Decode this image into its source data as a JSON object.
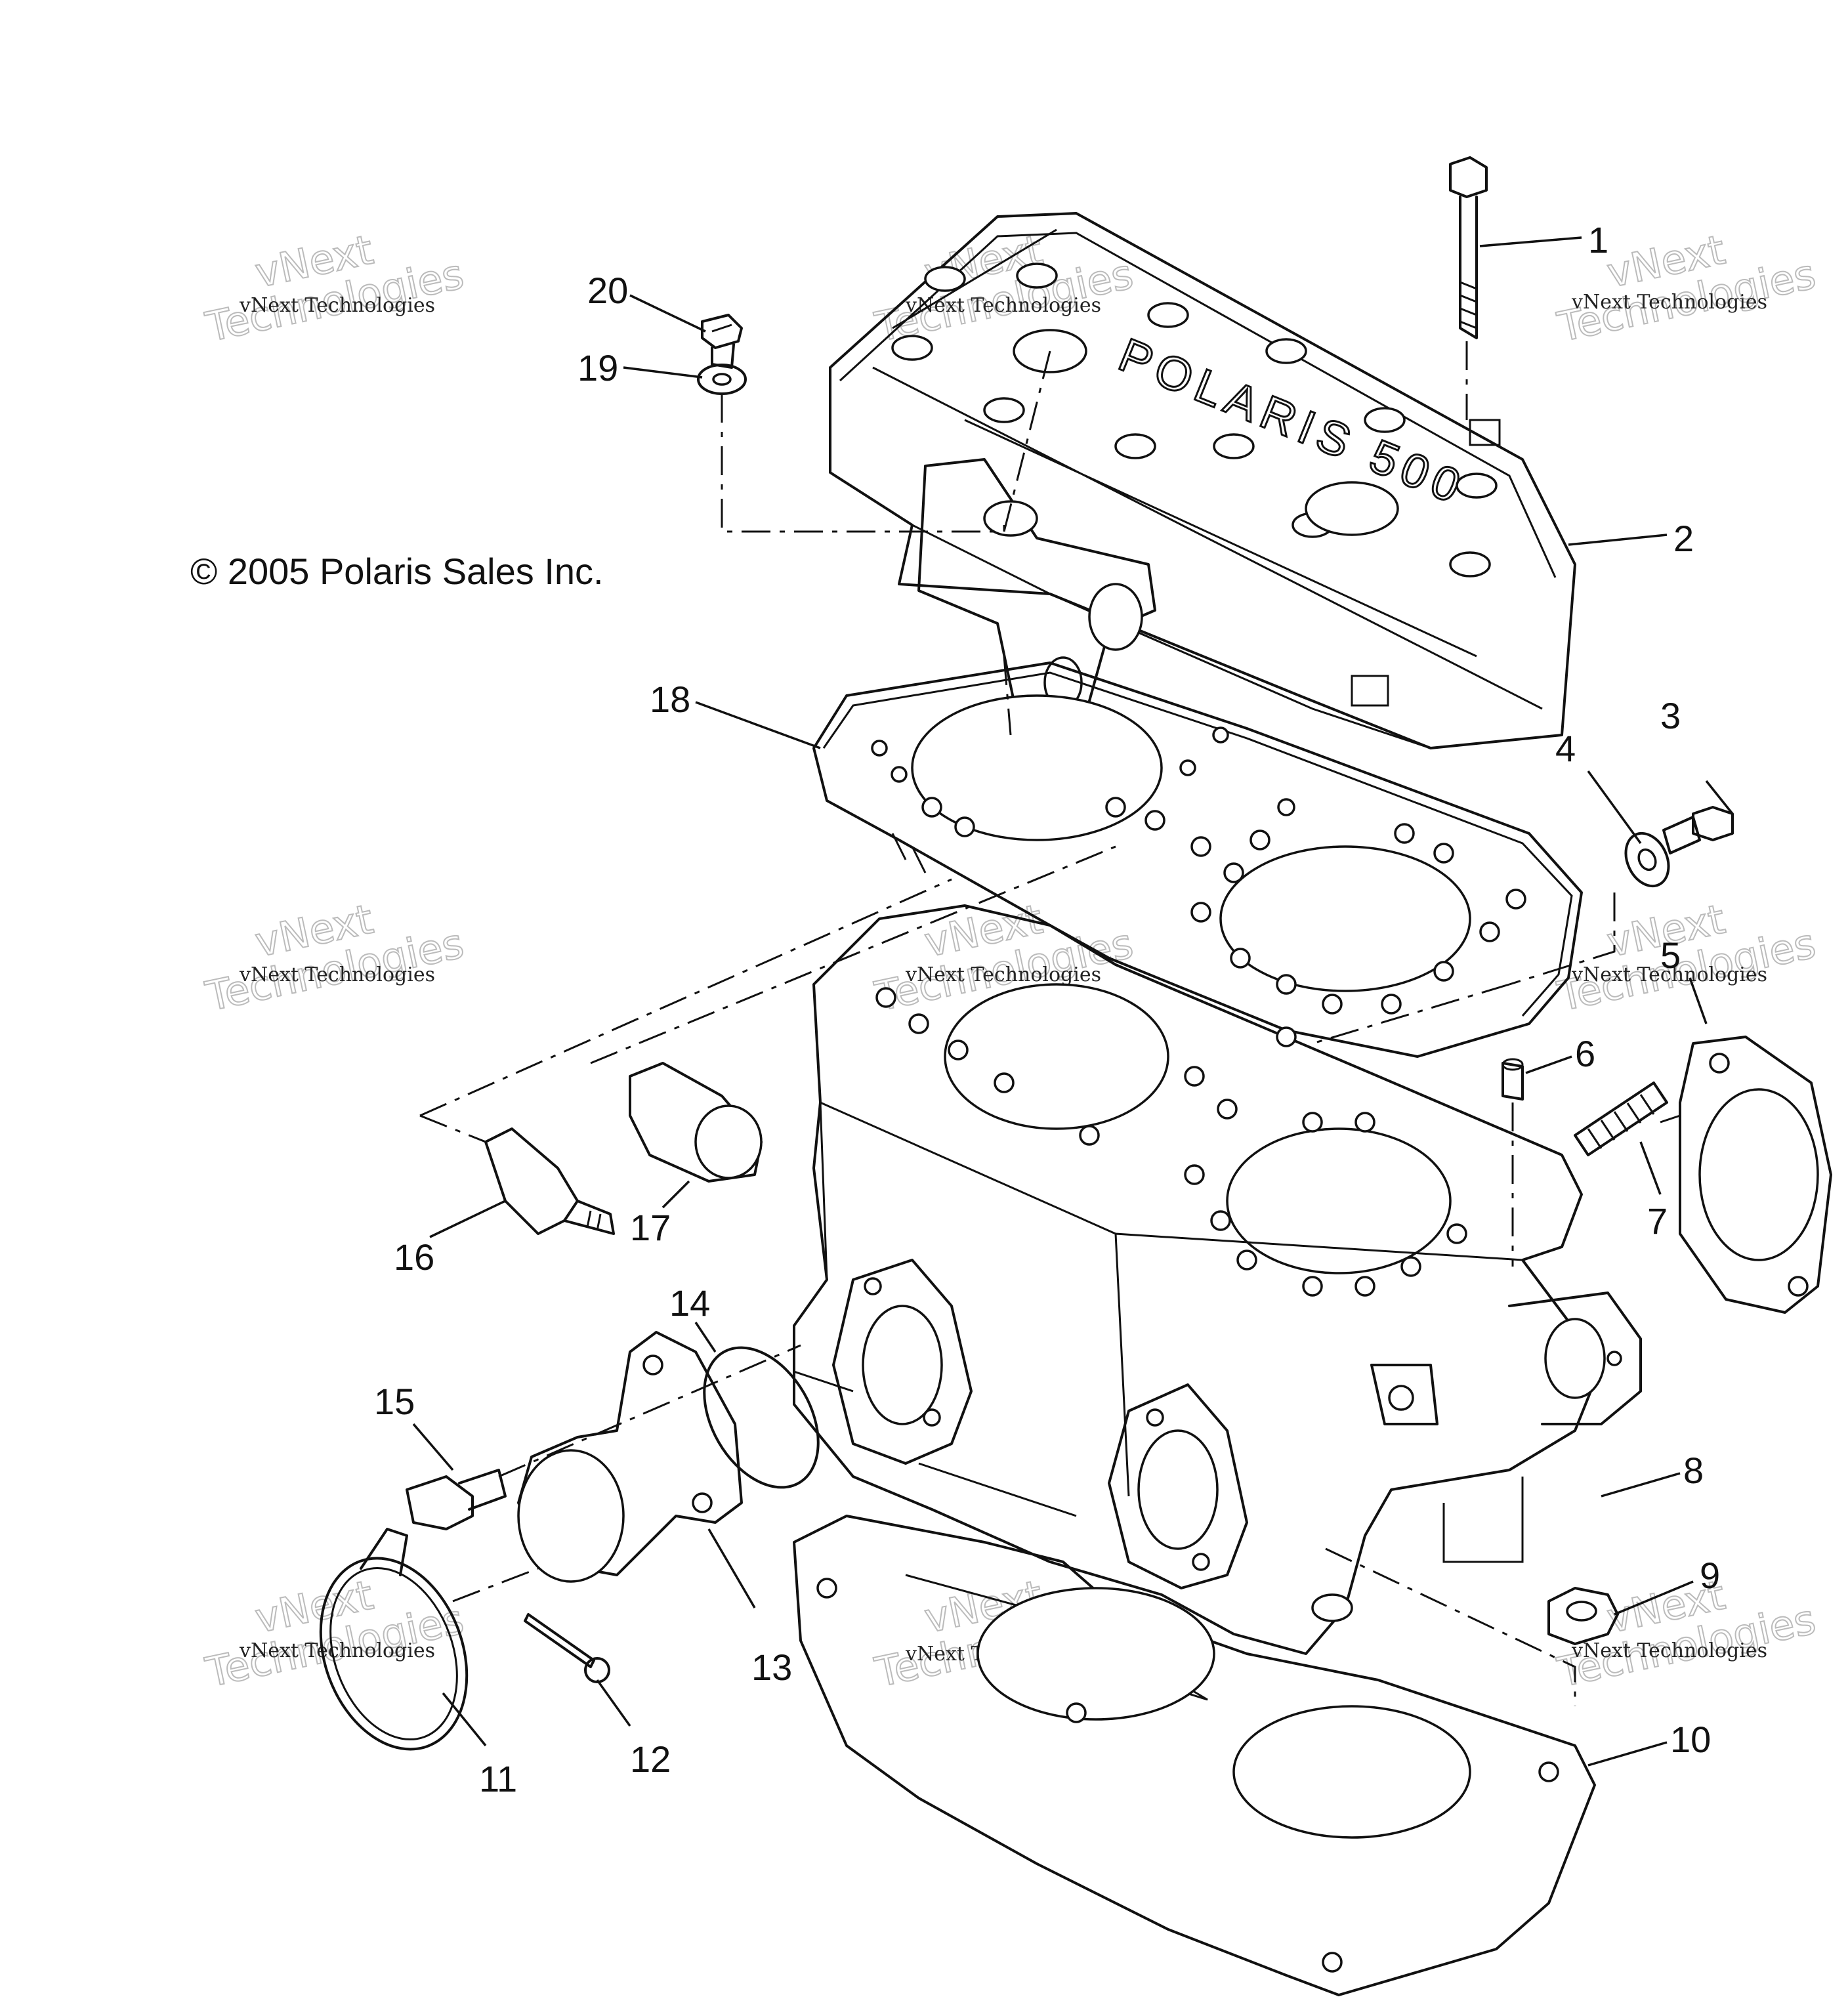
{
  "copyright": "© 2005 Polaris Sales Inc.",
  "watermark": {
    "line1": "vNext Technologies",
    "line2": "vNext\nTechnologies"
  },
  "head_cover_lettering": "POLARIS 500",
  "callouts": {
    "c1": "1",
    "c2": "2",
    "c3": "3",
    "c4": "4",
    "c5": "5",
    "c6": "6",
    "c7": "7",
    "c8": "8",
    "c9": "9",
    "c10": "10",
    "c11": "11",
    "c12": "12",
    "c13": "13",
    "c14": "14",
    "c15": "15",
    "c16": "16",
    "c17": "17",
    "c18": "18",
    "c19": "19",
    "c20": "20"
  }
}
